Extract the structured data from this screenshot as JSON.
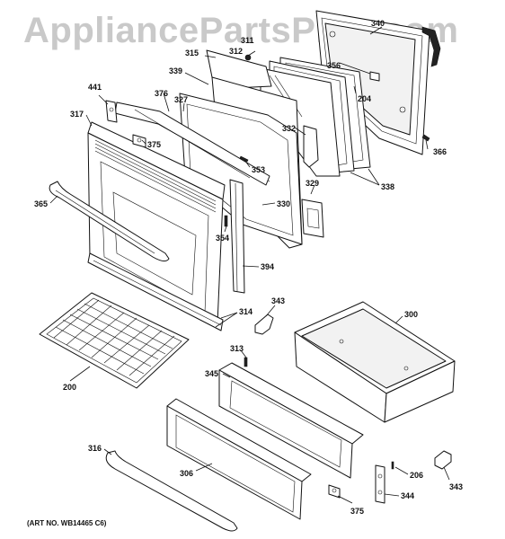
{
  "watermark": "AppliancePartsPros.com",
  "art_number": "(ART NO. WB14465 C6)",
  "labels": {
    "p340": "340",
    "p311": "311",
    "p312": "312",
    "p315": "315",
    "p356": "356",
    "p204": "204",
    "p339": "339",
    "p441": "441",
    "p376": "376",
    "p327": "327",
    "p317": "317",
    "p375a": "375",
    "p332": "332",
    "p366": "366",
    "p353": "353",
    "p338": "338",
    "p329": "329",
    "p365": "365",
    "p330": "330",
    "p354": "354",
    "p394": "394",
    "p343a": "343",
    "p300": "300",
    "p314": "314",
    "p313": "313",
    "p345": "345",
    "p200": "200",
    "p316": "316",
    "p306": "306",
    "p206": "206",
    "p343b": "343",
    "p344": "344",
    "p375b": "375"
  }
}
